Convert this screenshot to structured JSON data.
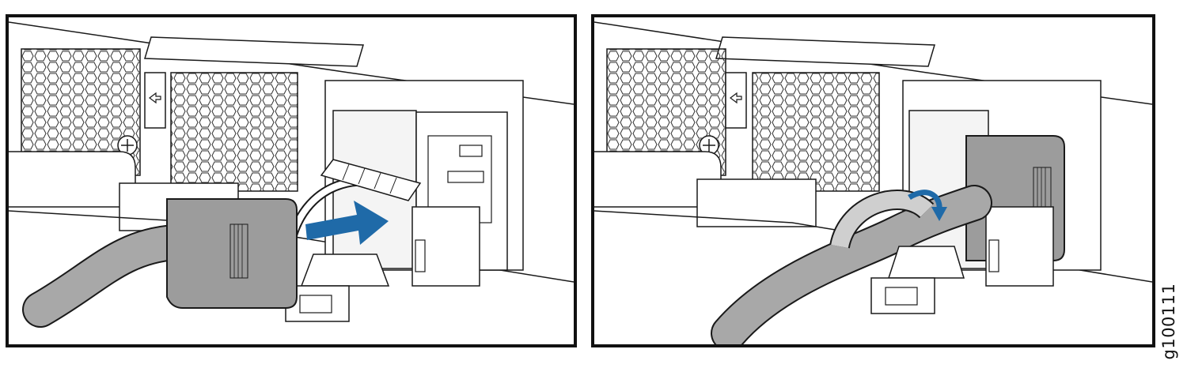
{
  "figure_id": "g100111",
  "colors": {
    "arrow": "#1f6aa8",
    "cord": "#a8a8a8",
    "plug": "#9c9c9c",
    "outline": "#1a1a1a"
  },
  "panels": [
    {
      "step": "insert-cord-into-tie-wrap"
    },
    {
      "step": "tighten-tie-wrap-around-cord"
    }
  ]
}
